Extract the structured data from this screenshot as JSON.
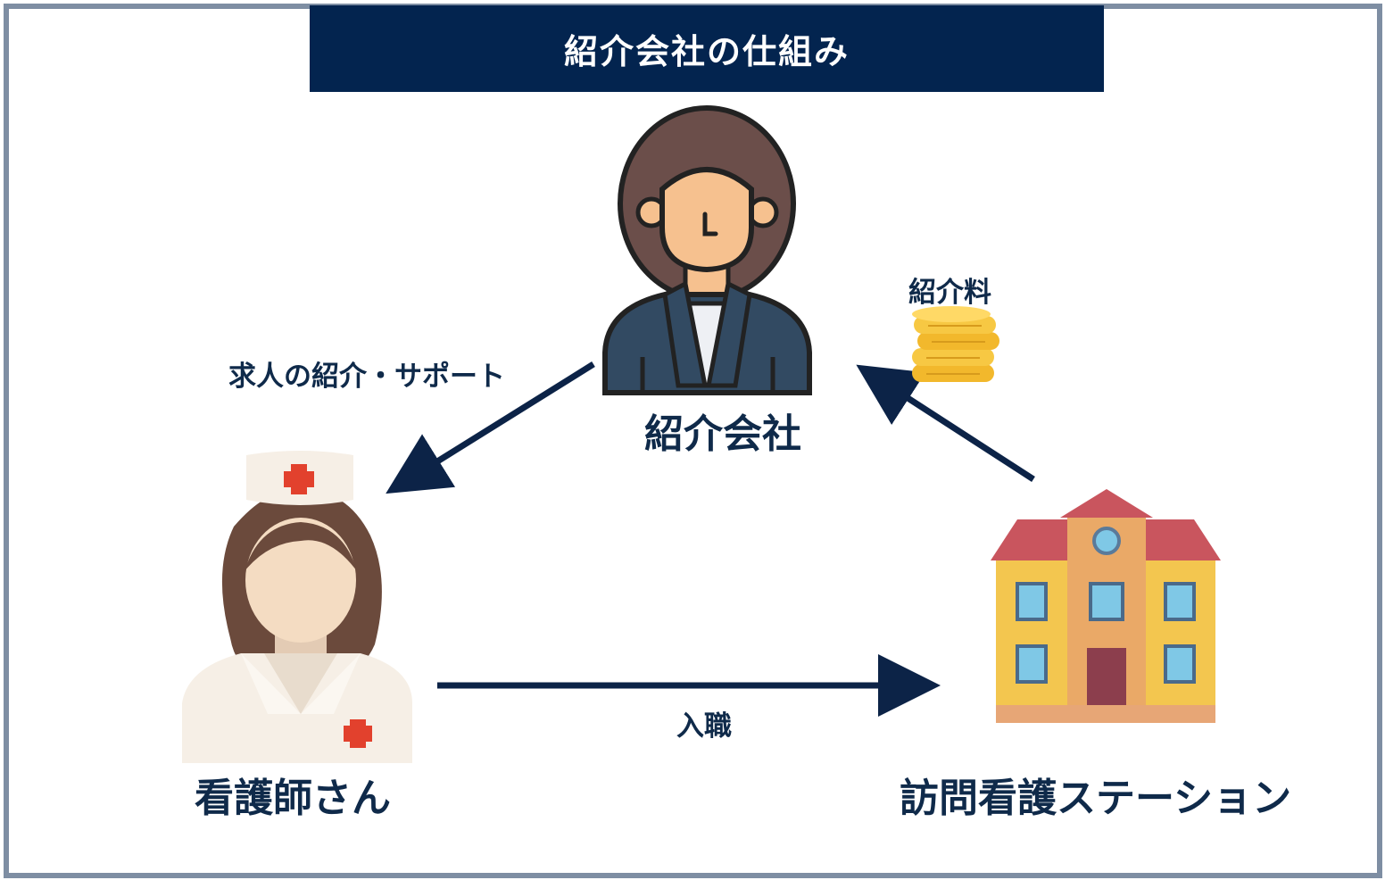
{
  "title": "紹介会社の仕組み",
  "nodes": {
    "agency": "紹介会社",
    "nurse": "看護師さん",
    "station": "訪問看護ステーション"
  },
  "edges": {
    "support": "求人の紹介・サポート",
    "fee": "紹介料",
    "hire": "入職"
  },
  "colors": {
    "title_bg": "#03244f",
    "arrow": "#0c2347",
    "frame": "#7e8ea3"
  },
  "icons": {
    "agency": "businesswoman-icon",
    "nurse": "nurse-icon",
    "station": "building-icon",
    "fee": "coins-icon"
  }
}
